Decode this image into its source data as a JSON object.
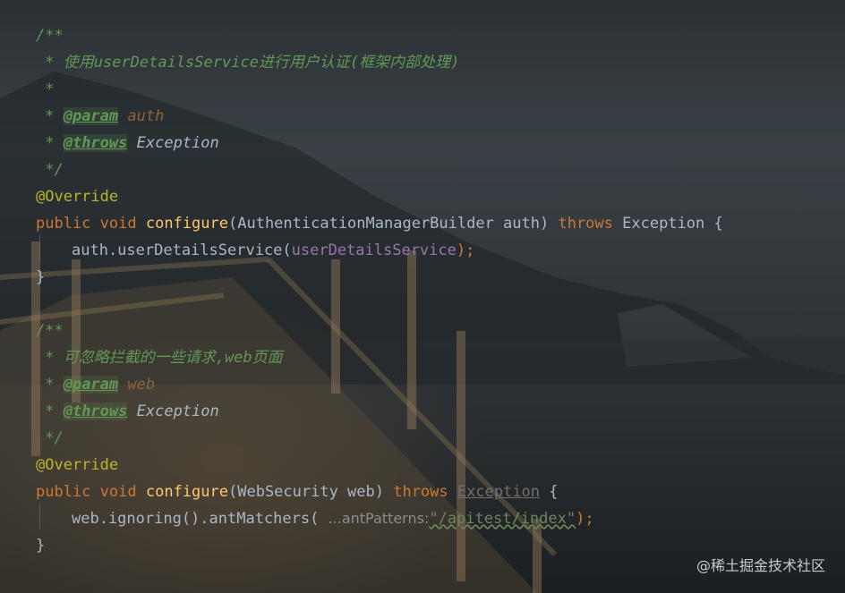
{
  "code": {
    "block1": {
      "comment_open": "/**",
      "comment_desc": " * 使用userDetailsService进行用户认证(框架内部处理)",
      "comment_empty": " *",
      "param_prefix": " * ",
      "param_tag": "@param",
      "param_name": "auth",
      "throws_prefix": " * ",
      "throws_tag": "@throws",
      "throws_name": "Exception",
      "comment_close": " */",
      "annotation": "@Override",
      "kw_public": "public",
      "kw_void": "void",
      "method": "configure",
      "signature": "(AuthenticationManagerBuilder auth) ",
      "kw_throws": "throws",
      "exception": " Exception {",
      "body_call": "auth.userDetailsService(",
      "body_field": "userDetailsService",
      "body_end": ");",
      "close_brace": "}"
    },
    "block2": {
      "comment_open": "/**",
      "comment_desc": " * 可忽略拦截的一些请求,web页面",
      "param_prefix": " * ",
      "param_tag": "@param",
      "param_name": "web",
      "throws_prefix": " * ",
      "throws_tag": "@throws",
      "throws_name": "Exception",
      "comment_close": " */",
      "annotation": "@Override",
      "kw_public": "public",
      "kw_void": "void",
      "method": "configure",
      "signature": "(WebSecurity web) ",
      "kw_throws": "throws",
      "exception": "Exception",
      "exception_brace": " {",
      "body_call": "web.ignoring().antMatchers( ",
      "hint": "...antPatterns:",
      "string": "\"/apitest/index\"",
      "body_end": ");",
      "close_brace": "}"
    }
  },
  "watermark": "@稀土掘金技术社区"
}
